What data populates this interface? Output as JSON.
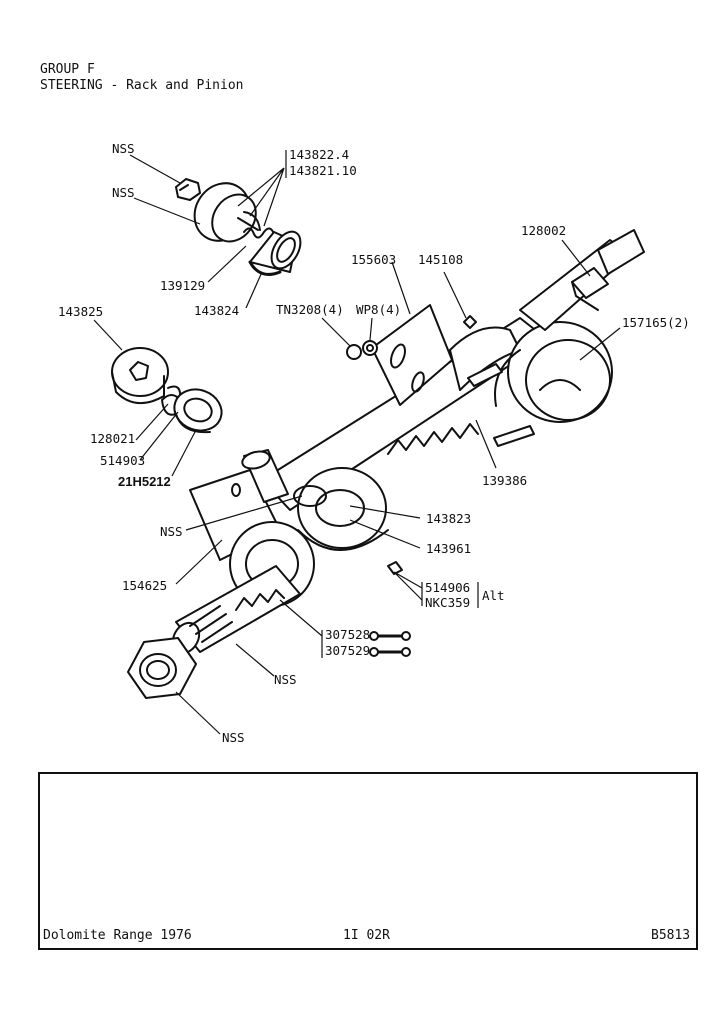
{
  "header": {
    "group": "GROUP F",
    "section": "STEERING - Rack and Pinion"
  },
  "callouts": {
    "nss_top": "NSS",
    "nss_second": "NSS",
    "p143822": "143822.4",
    "p143821": "143821.10",
    "p139129": "139129",
    "p143824": "143824",
    "p155603": "155603",
    "p145108": "145108",
    "p128002": "128002",
    "p143825": "143825",
    "pTN3208": "TN3208(4)",
    "pWP8": "WP8(4)",
    "p157165": "157165(2)",
    "p128021": "128021",
    "p514903": "514903",
    "p21H5212": "21H5212",
    "p139386": "139386",
    "nss_mid": "NSS",
    "p143823": "143823",
    "p143961": "143961",
    "p154625": "154625",
    "p514906": "514906",
    "pNKC359": "NKC359",
    "alt": "Alt",
    "p307528": "307528",
    "p307529": "307529",
    "nss_lower": "NSS",
    "nss_bottom": "NSS"
  },
  "footer": {
    "left": "Dolomite Range 1976",
    "center": "1I 02R",
    "right": "B5813"
  }
}
